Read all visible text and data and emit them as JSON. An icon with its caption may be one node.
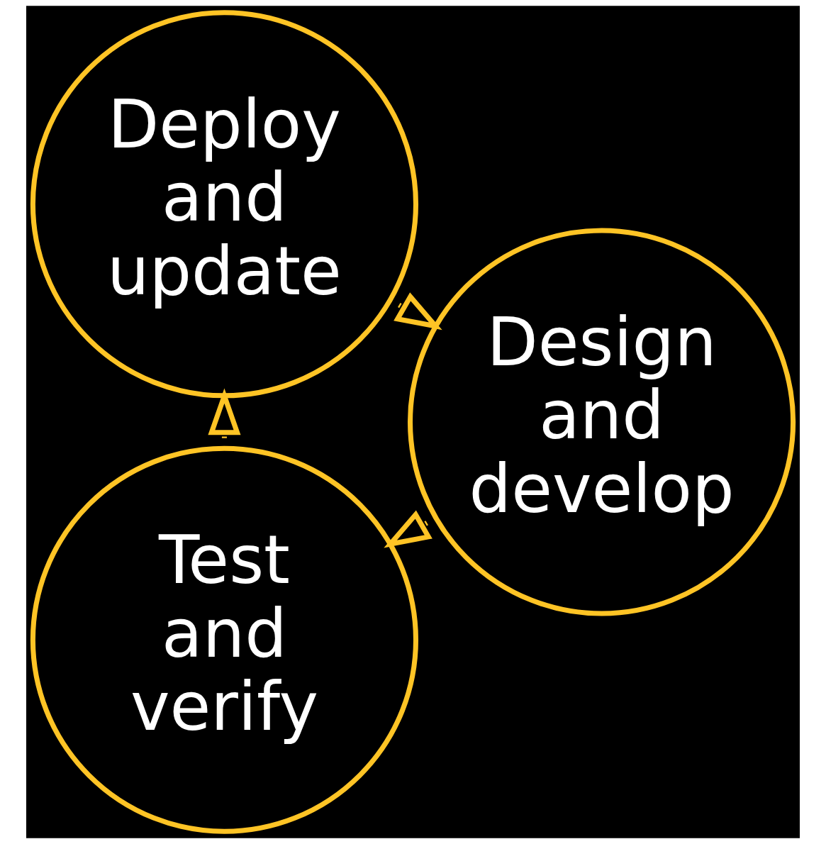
{
  "diagram": {
    "nodes": [
      {
        "text": [
          "Test and verify"
        ]
      },
      {
        "text": [
          "Design and develop"
        ]
      },
      {
        "text": [
          "Deploy and update"
        ]
      }
    ],
    "edges": [
      {
        "from": 1,
        "to": 0,
        "arrow": "to",
        "style": "dashed"
      },
      {
        "from": 0,
        "to": 2,
        "arrow": "to",
        "style": "dashed"
      },
      {
        "from": 2,
        "to": 1,
        "arrow": "to",
        "style": "dashed"
      }
    ]
  }
}
